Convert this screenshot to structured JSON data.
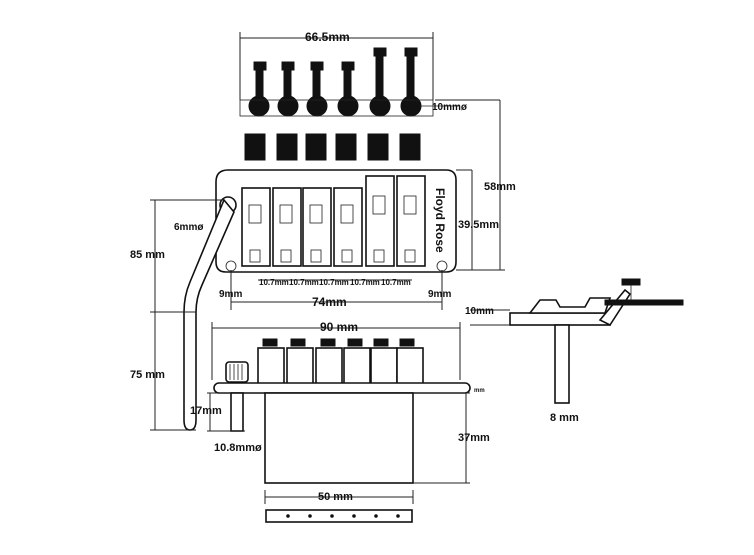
{
  "diagram": {
    "brand_text": "Floyd Rose",
    "labels": {
      "width_top": "66.5mm",
      "knob_dia": "10mmø",
      "height_total": "58mm",
      "height_body": "39.5mm",
      "bar_dia": "6mmø",
      "arm_85": "85 mm",
      "arm_75": "75 mm",
      "edge_left": "9mm",
      "edge_right": "9mm",
      "post_span": "74mm",
      "base_width": "90 mm",
      "saddle_spacing": [
        "10.7mm",
        "10.7mm",
        "10.7mm",
        "10.7mm",
        "10.7mm"
      ],
      "stud_height": "17mm",
      "stud_dia": "10.8mmø",
      "block_depth": "37mm",
      "block_width": "50 mm",
      "plate_mm": "mm",
      "side_height": "10mm",
      "side_stud": "8 mm"
    }
  }
}
